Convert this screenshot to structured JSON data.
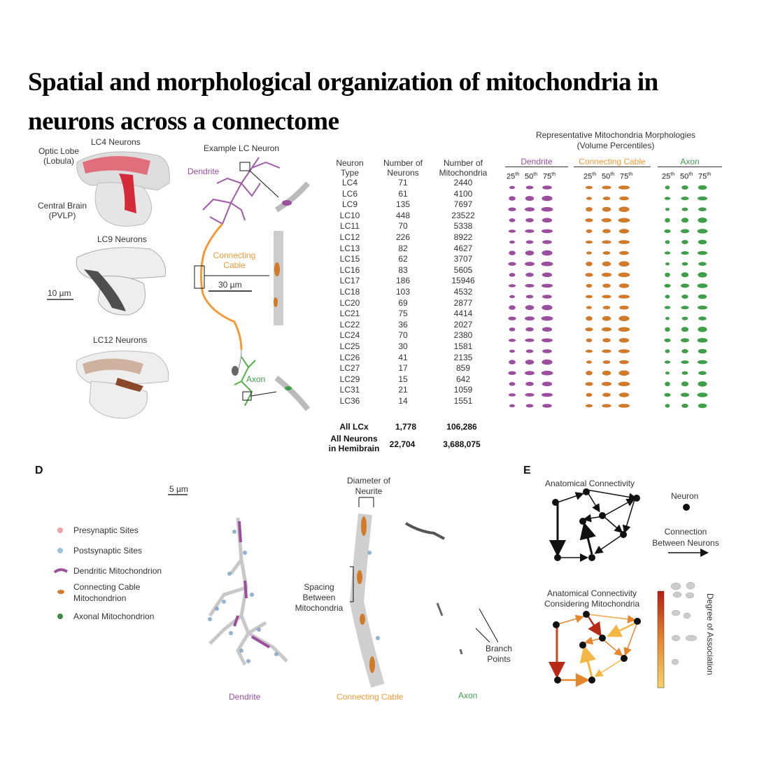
{
  "title": "Spatial and morphological organization of mitochondria in neurons across a connectome",
  "panelA": {
    "lc4_label": "LC4 Neurons",
    "optic_lobe": "Optic Lobe",
    "lobula": "(Lobula)",
    "central_brain": "Central Brain",
    "pvlp": "(PVLP)",
    "lc9_label": "LC9 Neurons",
    "scale": "10 µm",
    "lc12_label": "LC12 Neurons"
  },
  "panelB": {
    "title": "Example LC Neuron",
    "dendrite": "Dendrite",
    "connecting1": "Connecting",
    "connecting2": "Cable",
    "scale": "30 µm",
    "axon": "Axon"
  },
  "table": {
    "headers": [
      [
        "Neuron",
        "Type"
      ],
      [
        "Number of",
        "Neurons"
      ],
      [
        "Number of",
        "Mitochondria"
      ]
    ],
    "rows": [
      [
        "LC4",
        "71",
        "2440"
      ],
      [
        "LC6",
        "61",
        "4100"
      ],
      [
        "LC9",
        "135",
        "7697"
      ],
      [
        "LC10",
        "448",
        "23522"
      ],
      [
        "LC11",
        "70",
        "5338"
      ],
      [
        "LC12",
        "226",
        "8922"
      ],
      [
        "LC13",
        "82",
        "4627"
      ],
      [
        "LC15",
        "62",
        "3707"
      ],
      [
        "LC16",
        "83",
        "5605"
      ],
      [
        "LC17",
        "186",
        "15946"
      ],
      [
        "LC18",
        "103",
        "4532"
      ],
      [
        "LC20",
        "69",
        "2877"
      ],
      [
        "LC21",
        "75",
        "4414"
      ],
      [
        "LC22",
        "36",
        "2027"
      ],
      [
        "LC24",
        "70",
        "2380"
      ],
      [
        "LC25",
        "30",
        "1581"
      ],
      [
        "LC26",
        "41",
        "2135"
      ],
      [
        "LC27",
        "17",
        "859"
      ],
      [
        "LC29",
        "15",
        "642"
      ],
      [
        "LC31",
        "21",
        "1059"
      ],
      [
        "LC36",
        "14",
        "1551"
      ]
    ],
    "total_lc_label": "All LCx",
    "total_lc_neurons": "1,778",
    "total_lc_mito": "106,286",
    "total_all_label1": "All Neurons",
    "total_all_label2": "in Hemibrain",
    "total_all_neurons": "22,704",
    "total_all_mito": "3,688,075"
  },
  "morph": {
    "title1": "Representative Mitochondria Morphologies",
    "title2": "(Volume Percentiles)",
    "dendrite": "Dendrite",
    "cable": "Connecting Cable",
    "axon": "Axon",
    "p25": "25",
    "p50": "50",
    "p75": "75",
    "th": "th"
  },
  "panelD": {
    "letter": "D",
    "scale": "5 µm",
    "legend": [
      "Presynaptic Sites",
      "Postsynaptic Sites",
      "Dendritic Mitochondrion",
      "Connecting Cable",
      "Mitochondrion",
      "Axonal Mitochondrion"
    ],
    "diameter1": "Diameter of",
    "diameter2": "Neurite",
    "spacing1": "Spacing",
    "spacing2": "Between",
    "spacing3": "Mitochondria",
    "branch1": "Branch",
    "branch2": "Points",
    "dendrite": "Dendrite",
    "cable": "Connecting Cable",
    "axon": "Axon"
  },
  "panelE": {
    "letter": "E",
    "anat": "Anatomical Connectivity",
    "neuron": "Neuron",
    "conn1": "Connection",
    "conn2": "Between Neurons",
    "anat2a": "Anatomical Connectivity",
    "anat2b": "Considering Mitochondria",
    "degree": "Degree of Association"
  },
  "colors": {
    "dendrite": "#9b4d9e",
    "cable": "#f29a38",
    "axon": "#3f9e48",
    "cable_mito": "#d07a2a"
  }
}
